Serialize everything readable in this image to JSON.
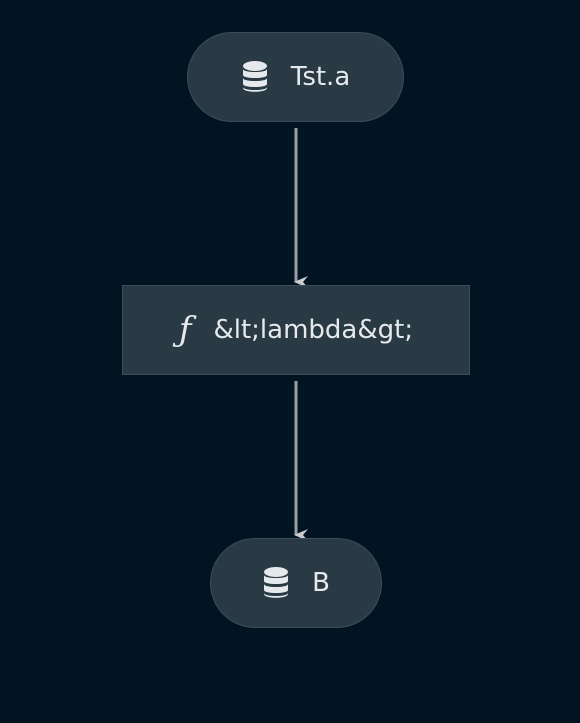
{
  "diagram": {
    "nodes": [
      {
        "id": "source",
        "label": "Tst.a",
        "icon": "database-icon",
        "shape": "pill"
      },
      {
        "id": "transform",
        "label": "&lt;lambda&gt;",
        "icon": "function-icon",
        "shape": "rectangle"
      },
      {
        "id": "sink",
        "label": "B",
        "icon": "database-icon",
        "shape": "pill"
      }
    ],
    "edges": [
      {
        "from": "source",
        "to": "transform"
      },
      {
        "from": "transform",
        "to": "sink"
      }
    ],
    "colors": {
      "background": "#001422",
      "node_fill": "#2a3a45",
      "node_border": "#3b4d59",
      "text": "#e6e9ec",
      "edge": "#9aa1a6"
    }
  }
}
